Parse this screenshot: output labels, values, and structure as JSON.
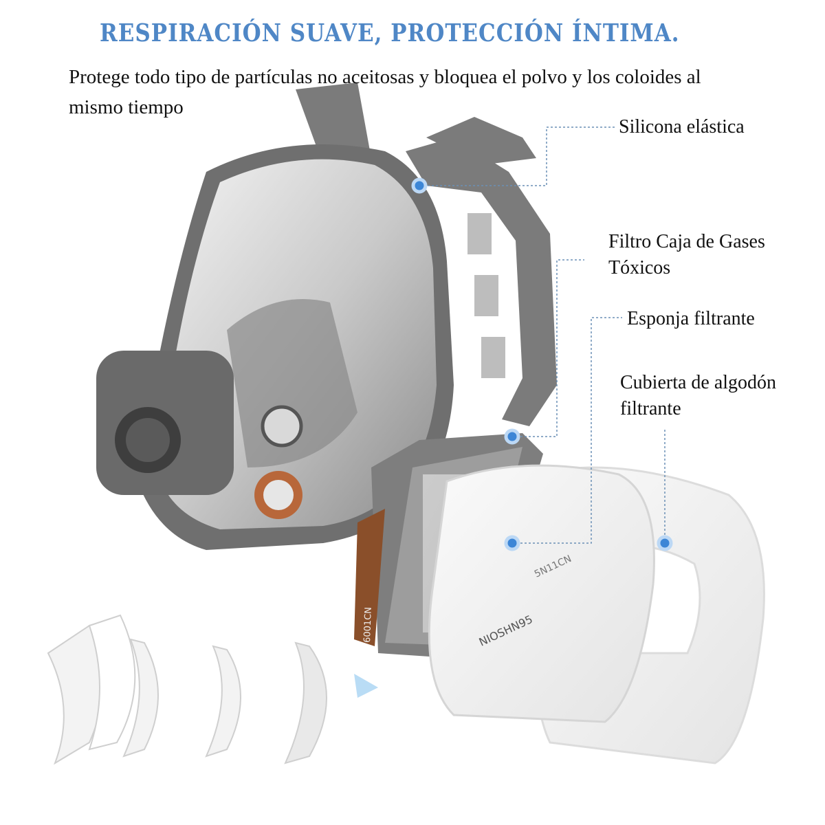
{
  "header": {
    "title": "RESPIRACIÓN SUAVE, PROTECCIÓN ÍNTIMA.",
    "subtitle": "Protege todo tipo de partículas no aceitosas y bloquea el polvo y los coloides al mismo tiempo"
  },
  "callouts": [
    {
      "label": "Silicona elástica"
    },
    {
      "label": "Filtro Caja de Gases Tóxicos"
    },
    {
      "label": "Esponja filtrante"
    },
    {
      "label": "Cubierta de algodón filtrante"
    }
  ],
  "product_markings": {
    "filter_pad": "NIOSHN95",
    "filter_code": "5N11CN",
    "cartridge_code": "6001CN"
  },
  "colors": {
    "title": "#4f87c6",
    "callout_dot": "#3d86d6",
    "mask_gray": "#6f6f6f",
    "valve_orange": "#b8673a"
  }
}
